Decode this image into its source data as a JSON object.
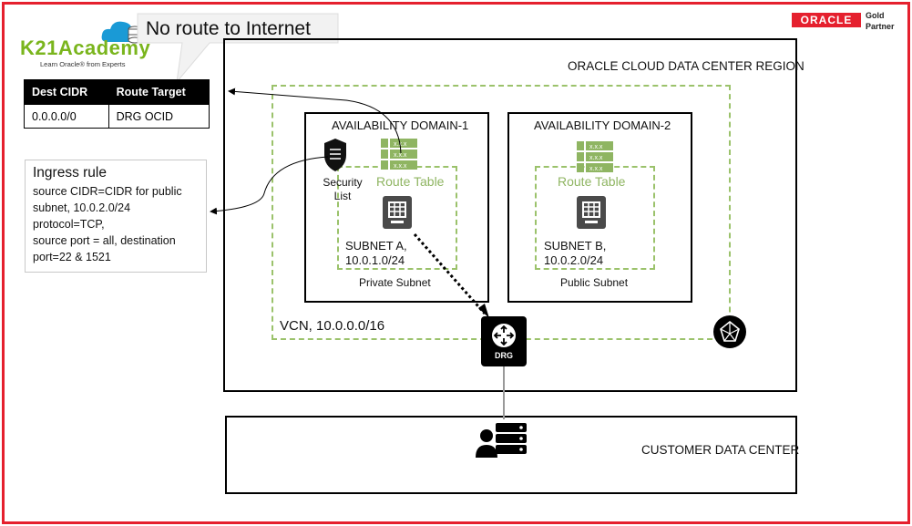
{
  "branding": {
    "logo_text": "K21Academy",
    "logo_tagline": "Learn Oracle® from Experts",
    "oracle_badge": "ORACLE",
    "oracle_partner_line1": "Gold",
    "oracle_partner_line2": "Partner"
  },
  "callout": {
    "text": "No route to Internet"
  },
  "route_table": {
    "headers": [
      "Dest CIDR",
      "Route Target"
    ],
    "rows": [
      [
        "0.0.0.0/0",
        "DRG OCID"
      ]
    ]
  },
  "ingress_rule": {
    "title": "Ingress rule",
    "lines": [
      "source CIDR=CIDR for public",
      "subnet, 10.0.2.0/24",
      "protocol=TCP,",
      "source port = all, destination",
      "port=22 & 1521"
    ]
  },
  "region": {
    "label": "ORACLE CLOUD DATA CENTER REGION"
  },
  "vcn": {
    "label": "VCN, 10.0.0.0/16"
  },
  "availability_domains": [
    {
      "label": "AVAILABILITY DOMAIN-1",
      "route_table_label": "Route Table",
      "route_table_cells": [
        "x.x.x",
        "x.x.x",
        "x.x.x"
      ],
      "subnet_label_line1": "SUBNET A,",
      "subnet_label_line2": "10.0.1.0/24",
      "subnet_type": "Private Subnet"
    },
    {
      "label": "AVAILABILITY DOMAIN-2",
      "route_table_label": "Route Table",
      "route_table_cells": [
        "x.x.x",
        "x.x.x",
        "x.x.x"
      ],
      "subnet_label_line1": "SUBNET B,",
      "subnet_label_line2": "10.0.2.0/24",
      "subnet_type": "Public Subnet"
    }
  ],
  "security_list": {
    "line1": "Security",
    "line2": "List"
  },
  "drg": {
    "label": "DRG"
  },
  "customer": {
    "label": "CUSTOMER DATA CENTER"
  },
  "icons": {
    "shield": "shield-icon",
    "route_table": "route-table-icon",
    "instance": "compute-instance-icon",
    "drg": "router-icon",
    "internet_gateway": "gateway-icon",
    "customer": "customer-server-icon",
    "cloud_logo": "cloud-database-icon"
  },
  "colors": {
    "frame": "#e5202e",
    "dashed_green": "#9bc26b",
    "route_table_text": "#8fb562",
    "oracle_red": "#e5202e",
    "logo_green": "#7ab51d",
    "logo_cloud": "#1a9ad6"
  }
}
